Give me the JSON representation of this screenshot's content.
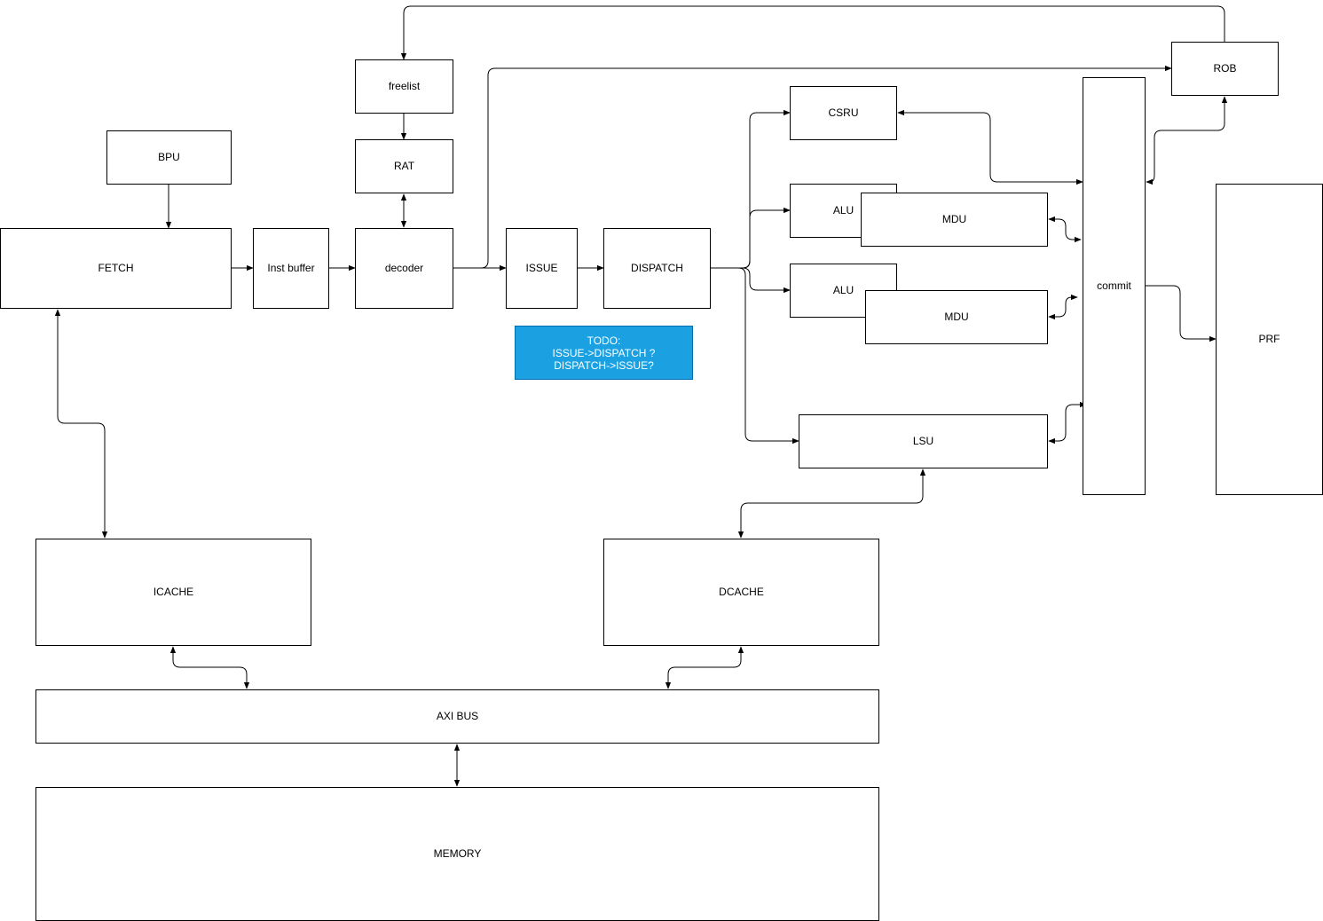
{
  "diagram": {
    "blocks": {
      "bpu": "BPU",
      "fetch": "FETCH",
      "inst_buffer": "Inst buffer",
      "freelist": "freelist",
      "rat": "RAT",
      "decoder": "decoder",
      "issue": "ISSUE",
      "dispatch": "DISPATCH",
      "csru": "CSRU",
      "alu_1": "ALU",
      "mdu_1": "MDU",
      "alu_2": "ALU",
      "mdu_2": "MDU",
      "lsu": "LSU",
      "commit": "commit",
      "rob": "ROB",
      "prf": "PRF",
      "icache": "ICACHE",
      "dcache": "DCACHE",
      "axi_bus": "AXI BUS",
      "memory": "MEMORY"
    },
    "note": {
      "text": "TODO:\nISSUE->DISPATCH ?\nDISPATCH->ISSUE?",
      "fill": "#1ba1e2",
      "text_color": "#ffffff"
    },
    "colors": {
      "line": "#000000",
      "box_border": "#000000",
      "box_fill": "#ffffff"
    }
  }
}
